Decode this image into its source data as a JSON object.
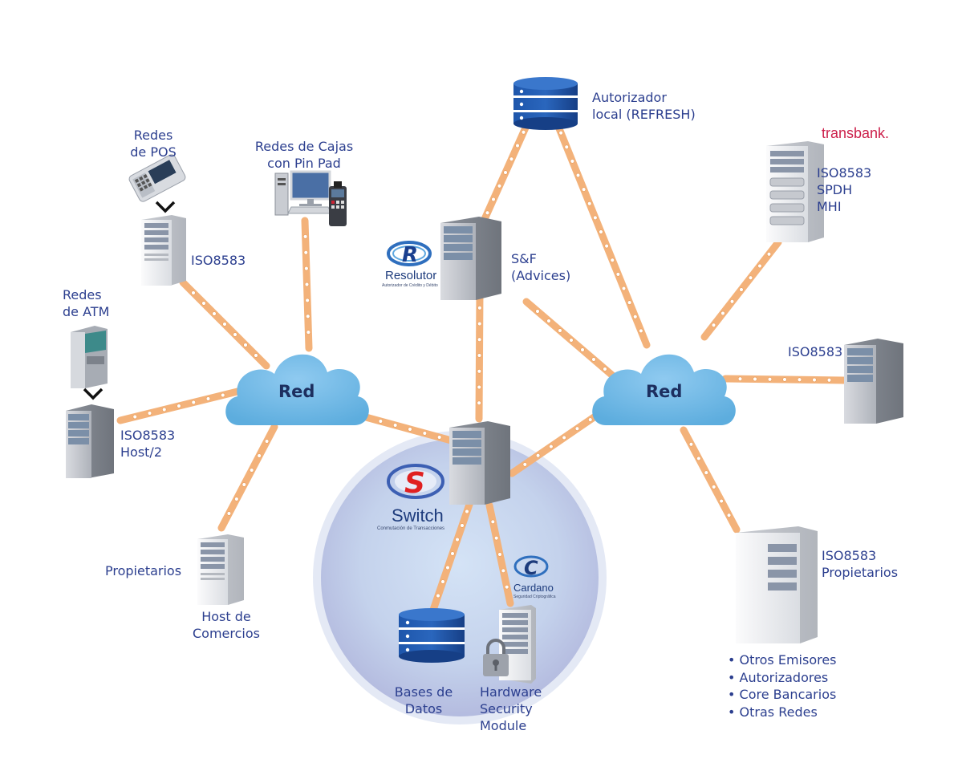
{
  "clouds": {
    "left": "Red",
    "right": "Red"
  },
  "labels": {
    "pos": [
      "Redes",
      "de POS"
    ],
    "pos_iso": "ISO8583",
    "cajas": [
      "Redes de Cajas",
      "con Pin Pad"
    ],
    "atm": [
      "Redes",
      "de ATM"
    ],
    "atm_iso": [
      "ISO8583",
      "Host/2"
    ],
    "propietarios": "Propietarios",
    "host_comercios": [
      "Host de",
      "Comercios"
    ],
    "autorizador": [
      "Autorizador",
      "local (REFRESH)"
    ],
    "sf": [
      "S&F",
      "(Advices)"
    ],
    "transbank_iso": [
      "ISO8583",
      "SPDH",
      "MHI"
    ],
    "right_iso": "ISO8583",
    "iso_propietarios": [
      "ISO8583",
      "Propietarios"
    ],
    "bases": [
      "Bases de",
      "Datos"
    ],
    "hsm": [
      "Hardware",
      "Security",
      "Module"
    ]
  },
  "bullets": [
    "Otros Emisores",
    "Autorizadores",
    "Core Bancarios",
    "Otras Redes"
  ],
  "brands": {
    "transbank": "transbank.",
    "resolutor": "Resolutor",
    "resolutor_sub": "Autorizador de Crédito y Débito",
    "switch": "Switch",
    "switch_sub": "Conmutación de Transacciones",
    "cardano": "Cardano",
    "cardano_sub": "Seguridad Criptográfica"
  },
  "colors": {
    "text": "#2c3f8f",
    "link": "#f0a05a",
    "cloud": "#6fb8e6",
    "database": "#1c4c9c",
    "transbank": "#cc1f4a"
  }
}
